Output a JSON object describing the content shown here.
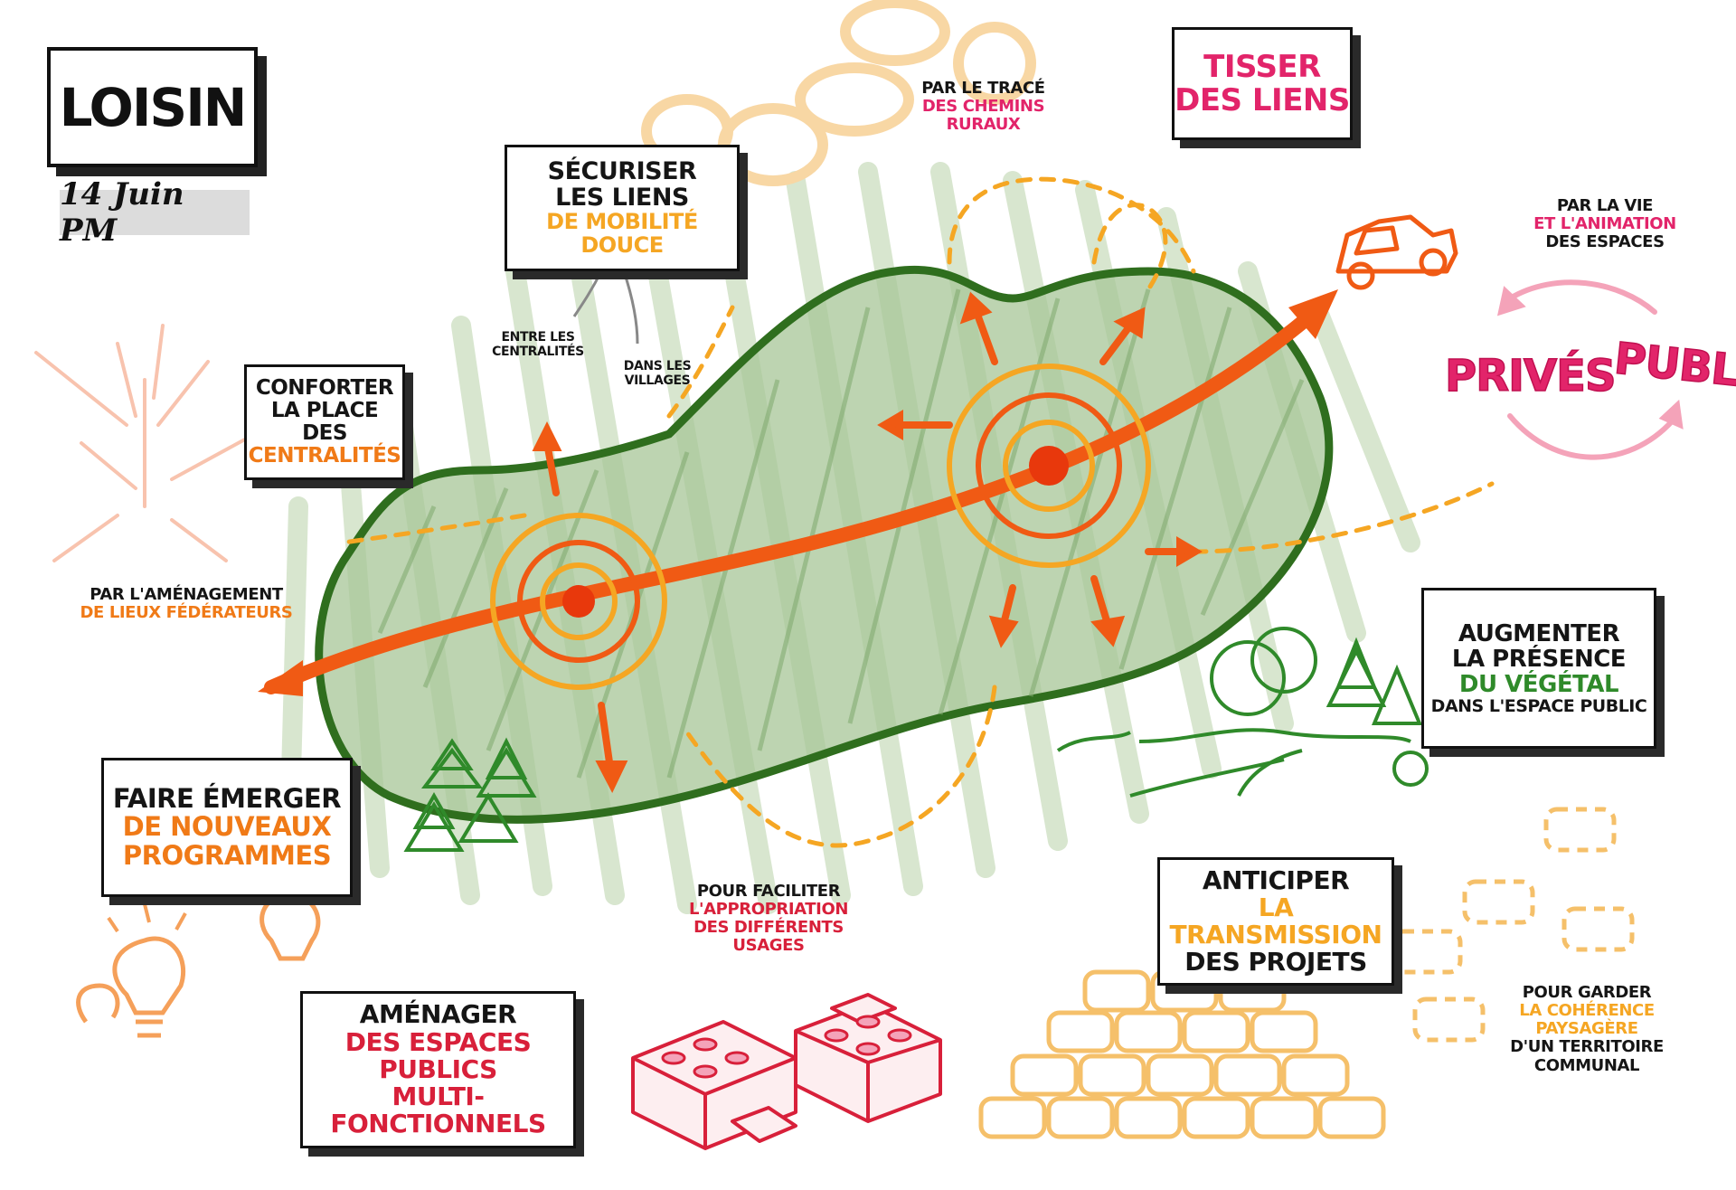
{
  "header": {
    "title": "LOISIN",
    "date": "14 Juin PM"
  },
  "boxes": {
    "securiser": {
      "l1": "Sécuriser",
      "l2": "les liens",
      "l3": "de mobilité douce"
    },
    "tisser": {
      "l1": "Tisser",
      "l2": "des liens"
    },
    "conforter": {
      "l1": "Conforter",
      "l2": "la place des",
      "l3": "centralités"
    },
    "faire_emerger": {
      "l1": "Faire émerger",
      "l2": "de nouveaux",
      "l3": "programmes"
    },
    "amenager": {
      "l1": "Aménager",
      "l2": "des espaces publics",
      "l3": "multi-fonctionnels"
    },
    "augmenter": {
      "l1": "Augmenter",
      "l2": "la présence",
      "l3": "du végétal",
      "l4": "dans l'espace public"
    },
    "anticiper": {
      "l1": "Anticiper",
      "l2": "la transmission",
      "l3": "des projets"
    }
  },
  "notes": {
    "chemins": {
      "l1": "par le tracé",
      "l2": "des chemins",
      "l3": "ruraux"
    },
    "entre": {
      "l1": "entre les",
      "l2": "centralités"
    },
    "villages": {
      "l1": "dans les",
      "l2": "villages"
    },
    "lieux": {
      "l1": "par l'aménagement",
      "l2": "de lieux fédérateurs"
    },
    "vie": {
      "l1": "par la vie",
      "l2": "et l'animation",
      "l3": "des espaces"
    },
    "faciliter": {
      "l1": "pour faciliter",
      "l2": "l'appropriation",
      "l3": "des différents usages"
    },
    "garder": {
      "l1": "pour garder",
      "l2": "la cohérence",
      "l3": "paysagère",
      "l4": "d'un territoire",
      "l5": "communal"
    }
  },
  "words": {
    "prives": "PRIVÉS",
    "publics": "PUBLICS"
  },
  "colors": {
    "green_dark": "#2f6e1e",
    "green_fill": "#8fb47d",
    "orange": "#f05a14",
    "yellow": "#f5a623",
    "pink": "#e2246a",
    "red": "#d8203a"
  }
}
